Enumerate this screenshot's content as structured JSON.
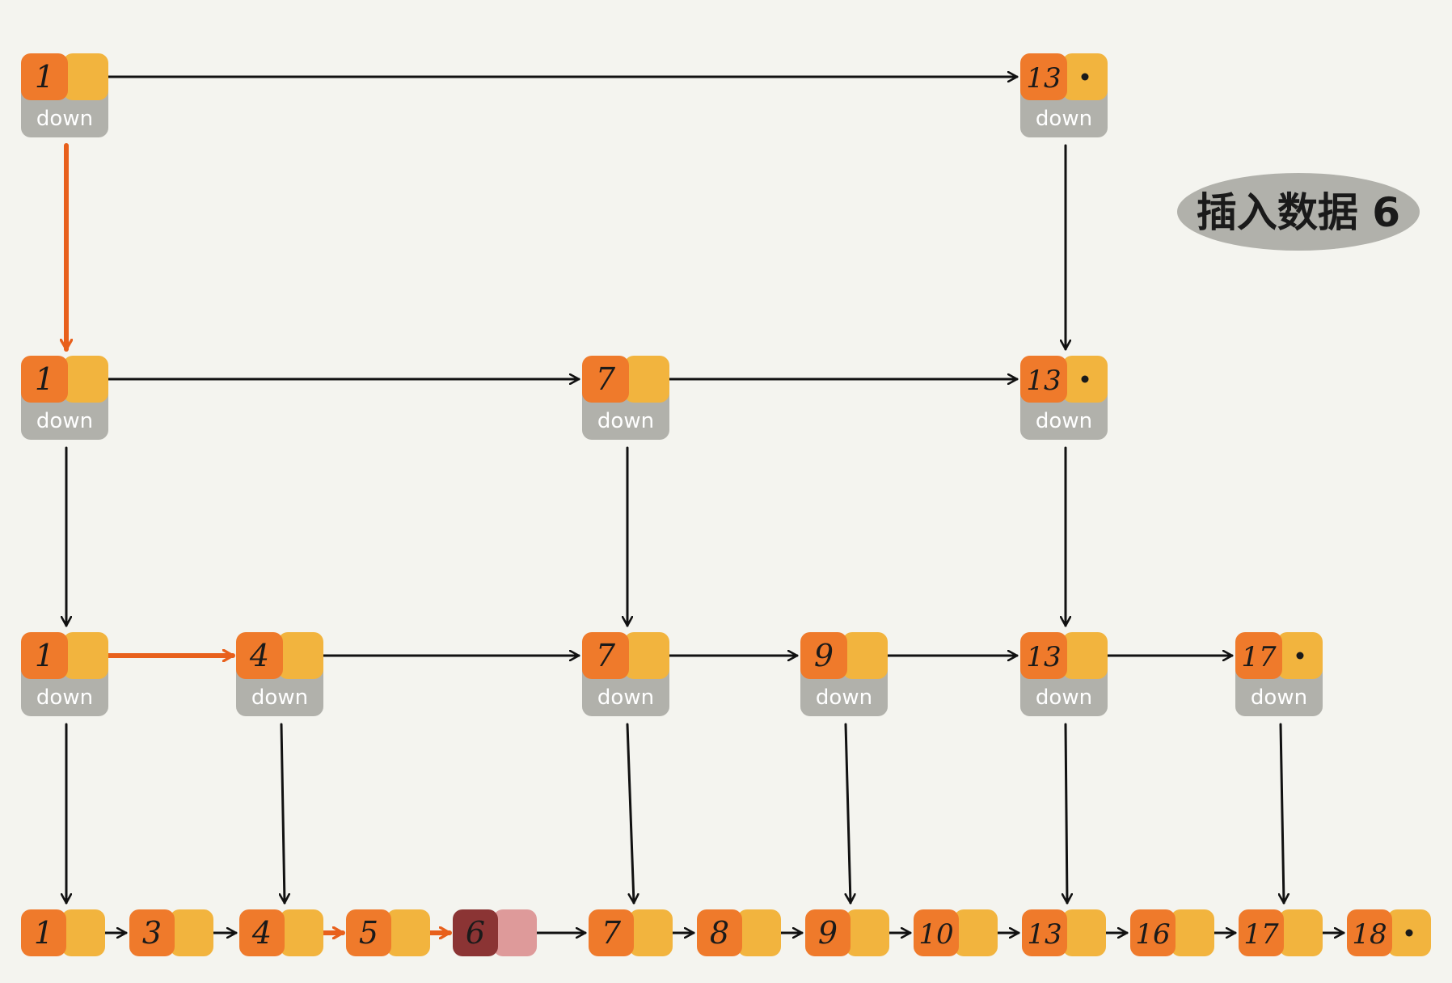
{
  "annotation": "插入数据 6",
  "colors": {
    "background": "#f4f4ef",
    "node_value": "#ef7a2b",
    "node_next": "#f2b43e",
    "node_down": "#b1b1ab",
    "inserted_value": "#8b3434",
    "inserted_next": "#de9a9a",
    "search_path": "#e8601c",
    "pointer": "#111111",
    "badge": "#b1b1ab"
  },
  "down_label": "down",
  "levels": [
    {
      "name": "index-level-2",
      "nodes": [
        {
          "label": "1",
          "down": true
        },
        {
          "label": "13",
          "down": true,
          "tail": true
        }
      ]
    },
    {
      "name": "index-level-1",
      "nodes": [
        {
          "label": "1",
          "down": true
        },
        {
          "label": "7",
          "down": true
        },
        {
          "label": "13",
          "down": true,
          "tail": true
        }
      ]
    },
    {
      "name": "index-level-0",
      "nodes": [
        {
          "label": "1",
          "down": true
        },
        {
          "label": "4",
          "down": true
        },
        {
          "label": "7",
          "down": true
        },
        {
          "label": "9",
          "down": true
        },
        {
          "label": "13",
          "down": true
        },
        {
          "label": "17",
          "down": true,
          "tail": true
        }
      ]
    },
    {
      "name": "data-list",
      "nodes": [
        {
          "label": "1"
        },
        {
          "label": "3"
        },
        {
          "label": "4"
        },
        {
          "label": "5"
        },
        {
          "label": "6",
          "inserted": true
        },
        {
          "label": "7"
        },
        {
          "label": "8"
        },
        {
          "label": "9"
        },
        {
          "label": "10"
        },
        {
          "label": "13"
        },
        {
          "label": "16"
        },
        {
          "label": "17"
        },
        {
          "label": "18",
          "tail": true
        }
      ]
    }
  ],
  "search_path": [
    "1",
    "1",
    "1",
    "4",
    "4",
    "5",
    "6"
  ]
}
